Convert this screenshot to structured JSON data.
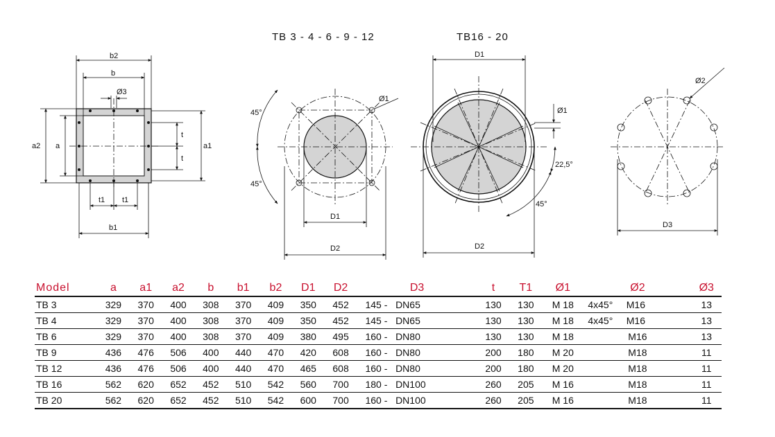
{
  "drawing_titles": {
    "left": "TB 3 - 4 - 6 - 9 - 12",
    "right": "TB16 - 20"
  },
  "square_flange_labels": {
    "b2": "b2",
    "b": "b",
    "o3": "Ø3",
    "a2": "a2",
    "a": "a",
    "a1": "a1",
    "t_top": "t",
    "t_bottom": "t",
    "t1_left": "t1",
    "t1_right": "t1",
    "b1": "b1"
  },
  "round_small_labels": {
    "angle_top": "45°",
    "angle_bottom": "45°",
    "o1": "Ø1",
    "d1": "D1",
    "d2": "D2"
  },
  "round_large_labels": {
    "d1": "D1",
    "o1": "Ø1",
    "angle_small": "22,5°",
    "angle_large": "45°",
    "d2": "D2"
  },
  "bolt_circle_labels": {
    "o2": "Ø2",
    "d3": "D3"
  },
  "table": {
    "headers": [
      "Model",
      "a",
      "a1",
      "a2",
      "b",
      "b1",
      "b2",
      "D1",
      "D2",
      "D3",
      "t",
      "T1",
      "Ø1",
      "Ø2",
      "Ø3"
    ],
    "rows": [
      [
        "TB 3",
        "329",
        "370",
        "400",
        "308",
        "370",
        "409",
        "350",
        "452",
        "145 -   DN65",
        "130",
        "130",
        "M 18",
        "4x45°     M16",
        "13"
      ],
      [
        "TB 4",
        "329",
        "370",
        "400",
        "308",
        "370",
        "409",
        "350",
        "452",
        "145 -   DN65",
        "130",
        "130",
        "M 18",
        "4x45°     M16",
        "13"
      ],
      [
        "TB 6",
        "329",
        "370",
        "400",
        "308",
        "370",
        "409",
        "380",
        "495",
        "160 -   DN80",
        "130",
        "130",
        "M 18",
        "M16",
        "13"
      ],
      [
        "TB 9",
        "436",
        "476",
        "506",
        "400",
        "440",
        "470",
        "420",
        "608",
        "160 -   DN80",
        "200",
        "180",
        "M 20",
        "M18",
        "11"
      ],
      [
        "TB 12",
        "436",
        "476",
        "506",
        "400",
        "440",
        "470",
        "465",
        "608",
        "160 -   DN80",
        "200",
        "180",
        "M 20",
        "M18",
        "11"
      ],
      [
        "TB 16",
        "562",
        "620",
        "652",
        "452",
        "510",
        "542",
        "560",
        "700",
        "180 -   DN100",
        "260",
        "205",
        "M 16",
        "M18",
        "11"
      ],
      [
        "TB 20",
        "562",
        "620",
        "652",
        "452",
        "510",
        "542",
        "600",
        "700",
        "160 -   DN100",
        "260",
        "205",
        "M 16",
        "M18",
        "11"
      ]
    ]
  }
}
